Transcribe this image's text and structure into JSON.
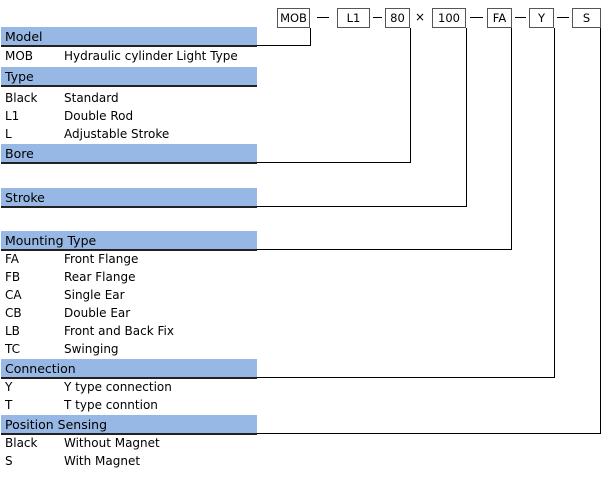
{
  "model_code": {
    "parts": [
      "MOB",
      "L1",
      "80",
      "100",
      "FA",
      "Y",
      "S"
    ],
    "separator_times": "×"
  },
  "sections": [
    {
      "title": "Model",
      "rows": [
        {
          "code": "MOB",
          "desc": "Hydraulic cylinder Light Type"
        }
      ]
    },
    {
      "title": "Type",
      "rows": [
        {
          "code": "Black",
          "desc": "Standard"
        },
        {
          "code": "L1",
          "desc": "Double Rod"
        },
        {
          "code": "L",
          "desc": "Adjustable Stroke"
        }
      ]
    },
    {
      "title": "Bore",
      "rows": []
    },
    {
      "title": "Stroke",
      "rows": []
    },
    {
      "title": "Mounting Type",
      "rows": [
        {
          "code": "FA",
          "desc": "Front Flange"
        },
        {
          "code": "FB",
          "desc": "Rear Flange"
        },
        {
          "code": "CA",
          "desc": "Single Ear"
        },
        {
          "code": "CB",
          "desc": "Double Ear"
        },
        {
          "code": "LB",
          "desc": "Front and Back Fix"
        },
        {
          "code": "TC",
          "desc": "Swinging"
        }
      ]
    },
    {
      "title": "Connection",
      "rows": [
        {
          "code": "Y",
          "desc": "Y type connection"
        },
        {
          "code": "T",
          "desc": "T type conntion"
        }
      ]
    },
    {
      "title": "Position Sensing",
      "rows": [
        {
          "code": "Black",
          "desc": "Without Magnet"
        },
        {
          "code": "S",
          "desc": "With Magnet"
        }
      ]
    }
  ]
}
